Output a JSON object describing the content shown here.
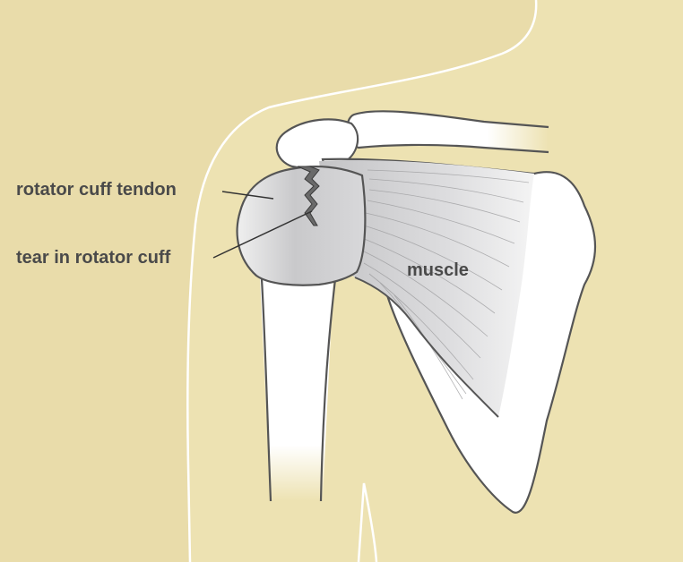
{
  "labels": {
    "tendon": "rotator cuff tendon",
    "tear": "tear in rotator cuff",
    "muscle": "muscle"
  },
  "colors": {
    "background": "#ede2b2",
    "body_silhouette": "#ece2b4",
    "bone": "#ffffff",
    "outline": "#555555",
    "tendon_gray": "#cfcfd1",
    "tear": "#6a6a6a",
    "label_text": "#4a4a4a"
  }
}
